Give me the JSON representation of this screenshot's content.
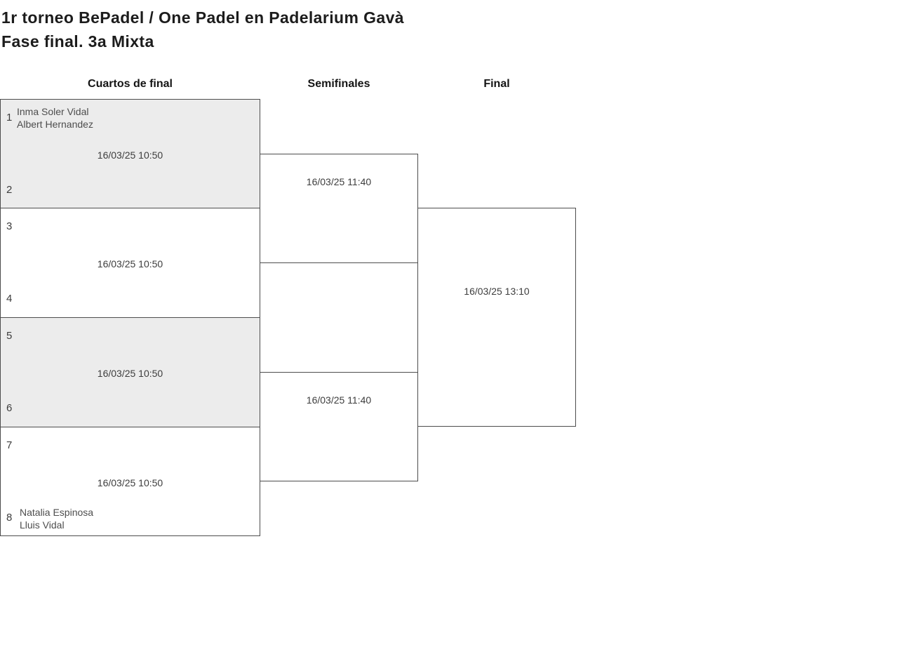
{
  "page": {
    "title": "1r torneo BePadel / One Padel en Padelarium Gavà",
    "subtitle": "Fase final. 3a Mixta"
  },
  "columns": {
    "quarterfinals": "Cuartos de final",
    "semifinals": "Semifinales",
    "final": "Final"
  },
  "bracket": {
    "quarterfinals": [
      {
        "seed_top": "1",
        "team_top_line1": "Inma Soler Vidal",
        "team_top_line2": "Albert Hernandez",
        "datetime": "16/03/25 10:50",
        "seed_bottom": "2",
        "team_bottom_line1": "",
        "team_bottom_line2": ""
      },
      {
        "seed_top": "3",
        "team_top_line1": "",
        "team_top_line2": "",
        "datetime": "16/03/25 10:50",
        "seed_bottom": "4",
        "team_bottom_line1": "",
        "team_bottom_line2": ""
      },
      {
        "seed_top": "5",
        "team_top_line1": "",
        "team_top_line2": "",
        "datetime": "16/03/25 10:50",
        "seed_bottom": "6",
        "team_bottom_line1": "",
        "team_bottom_line2": ""
      },
      {
        "seed_top": "7",
        "team_top_line1": "",
        "team_top_line2": "",
        "datetime": "16/03/25 10:50",
        "seed_bottom": "8",
        "team_bottom_line1": "Natalia Espinosa",
        "team_bottom_line2": "Lluis Vidal"
      }
    ],
    "semifinals": [
      {
        "datetime": "16/03/25 11:40"
      },
      {
        "datetime": "16/03/25 11:40"
      }
    ],
    "final": {
      "datetime": "16/03/25 13:10"
    }
  },
  "colors": {
    "shaded_match_bg": "#ececec",
    "match_border": "#4d4d4d",
    "title_text": "#1c1c1c",
    "body_text": "#4d4d4d"
  }
}
